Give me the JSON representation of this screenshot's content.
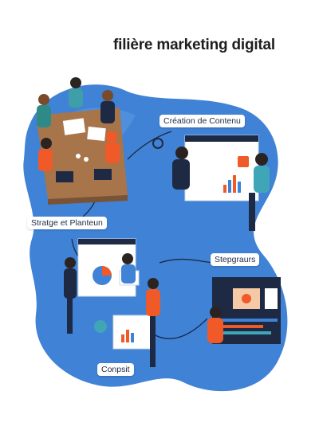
{
  "header": {
    "title": "filière marketing digital"
  },
  "labels": {
    "contenu": "Création de Contenu",
    "strategie": "Stratge et Planteun",
    "steps": "Stepgraurs",
    "conseil": "Conpsit"
  },
  "colors": {
    "blob_main": "#3f82d6",
    "blob_light": "#6aa4e6",
    "table": "#a8744a",
    "accent_orange": "#f05a28",
    "dark_navy": "#1e2a44"
  }
}
